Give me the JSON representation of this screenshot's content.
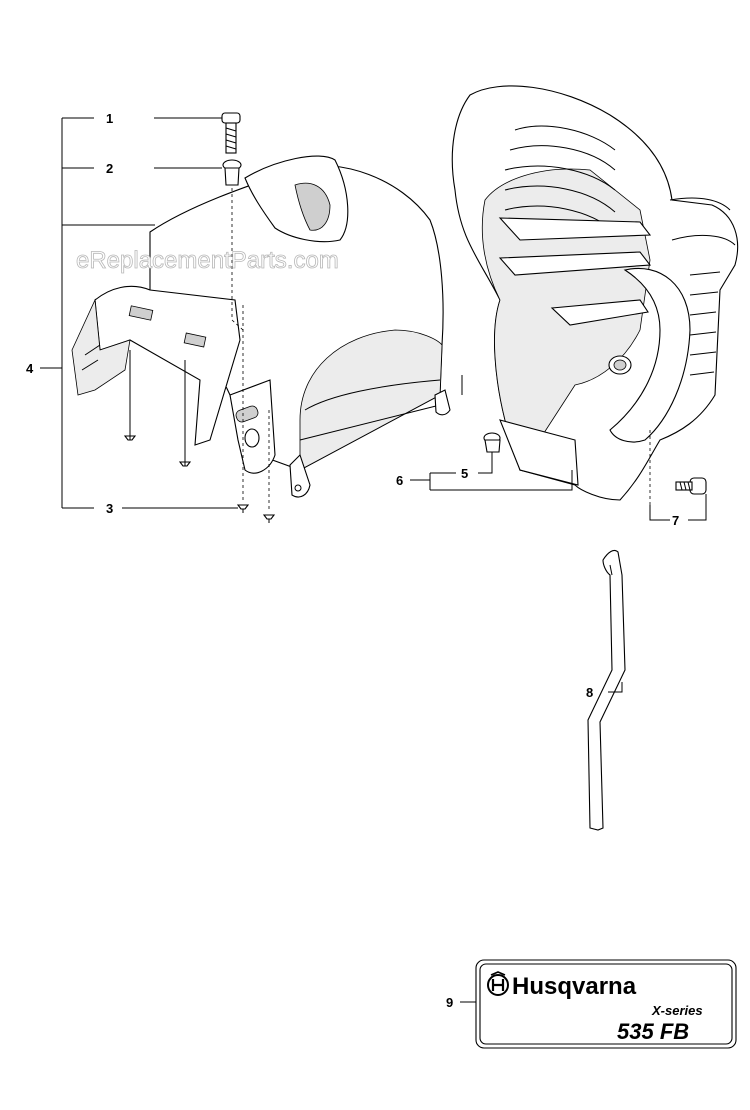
{
  "watermark": "eReplacementParts.com",
  "callouts": [
    "1",
    "2",
    "3",
    "4",
    "5",
    "6",
    "7",
    "8",
    "9"
  ],
  "decal": {
    "brand": "Husqvarna",
    "series": "X-series",
    "model": "535 FB"
  }
}
